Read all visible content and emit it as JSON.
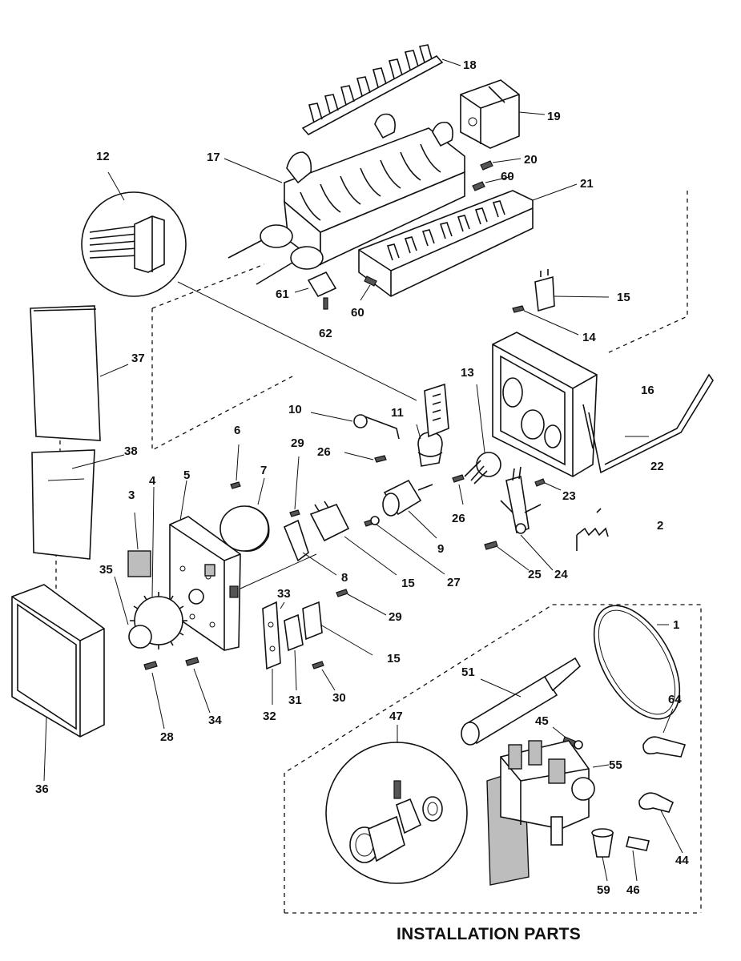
{
  "diagram": {
    "title": "INSTALLATION PARTS",
    "callouts": [
      {
        "id": "n18",
        "text": "18"
      },
      {
        "id": "n19",
        "text": "19"
      },
      {
        "id": "n20",
        "text": "20"
      },
      {
        "id": "n60a",
        "text": "60"
      },
      {
        "id": "n21",
        "text": "21"
      },
      {
        "id": "n12",
        "text": "12"
      },
      {
        "id": "n17",
        "text": "17"
      },
      {
        "id": "n61",
        "text": "61"
      },
      {
        "id": "n60b",
        "text": "60"
      },
      {
        "id": "n62",
        "text": "62"
      },
      {
        "id": "n15a",
        "text": "15"
      },
      {
        "id": "n14",
        "text": "14"
      },
      {
        "id": "n37",
        "text": "37"
      },
      {
        "id": "n13",
        "text": "13"
      },
      {
        "id": "n16",
        "text": "16"
      },
      {
        "id": "n10",
        "text": "10"
      },
      {
        "id": "n11",
        "text": "11"
      },
      {
        "id": "n6",
        "text": "6"
      },
      {
        "id": "n29a",
        "text": "29"
      },
      {
        "id": "n26a",
        "text": "26"
      },
      {
        "id": "n38",
        "text": "38"
      },
      {
        "id": "n7",
        "text": "7"
      },
      {
        "id": "n5",
        "text": "5"
      },
      {
        "id": "n4",
        "text": "4"
      },
      {
        "id": "n3",
        "text": "3"
      },
      {
        "id": "n26b",
        "text": "26"
      },
      {
        "id": "n22",
        "text": "22"
      },
      {
        "id": "n23",
        "text": "23"
      },
      {
        "id": "n2",
        "text": "2"
      },
      {
        "id": "n9",
        "text": "9"
      },
      {
        "id": "n25",
        "text": "25"
      },
      {
        "id": "n24",
        "text": "24"
      },
      {
        "id": "n35",
        "text": "35"
      },
      {
        "id": "n8",
        "text": "8"
      },
      {
        "id": "n15b",
        "text": "15"
      },
      {
        "id": "n27",
        "text": "27"
      },
      {
        "id": "n33",
        "text": "33"
      },
      {
        "id": "n29b",
        "text": "29"
      },
      {
        "id": "n1",
        "text": "1"
      },
      {
        "id": "n15c",
        "text": "15"
      },
      {
        "id": "n51",
        "text": "51"
      },
      {
        "id": "n31",
        "text": "31"
      },
      {
        "id": "n30",
        "text": "30"
      },
      {
        "id": "n32",
        "text": "32"
      },
      {
        "id": "n28",
        "text": "28"
      },
      {
        "id": "n34",
        "text": "34"
      },
      {
        "id": "n64",
        "text": "64"
      },
      {
        "id": "n47",
        "text": "47"
      },
      {
        "id": "n45",
        "text": "45"
      },
      {
        "id": "n55",
        "text": "55"
      },
      {
        "id": "n36",
        "text": "36"
      },
      {
        "id": "n44",
        "text": "44"
      },
      {
        "id": "n59",
        "text": "59"
      },
      {
        "id": "n46",
        "text": "46"
      }
    ]
  }
}
